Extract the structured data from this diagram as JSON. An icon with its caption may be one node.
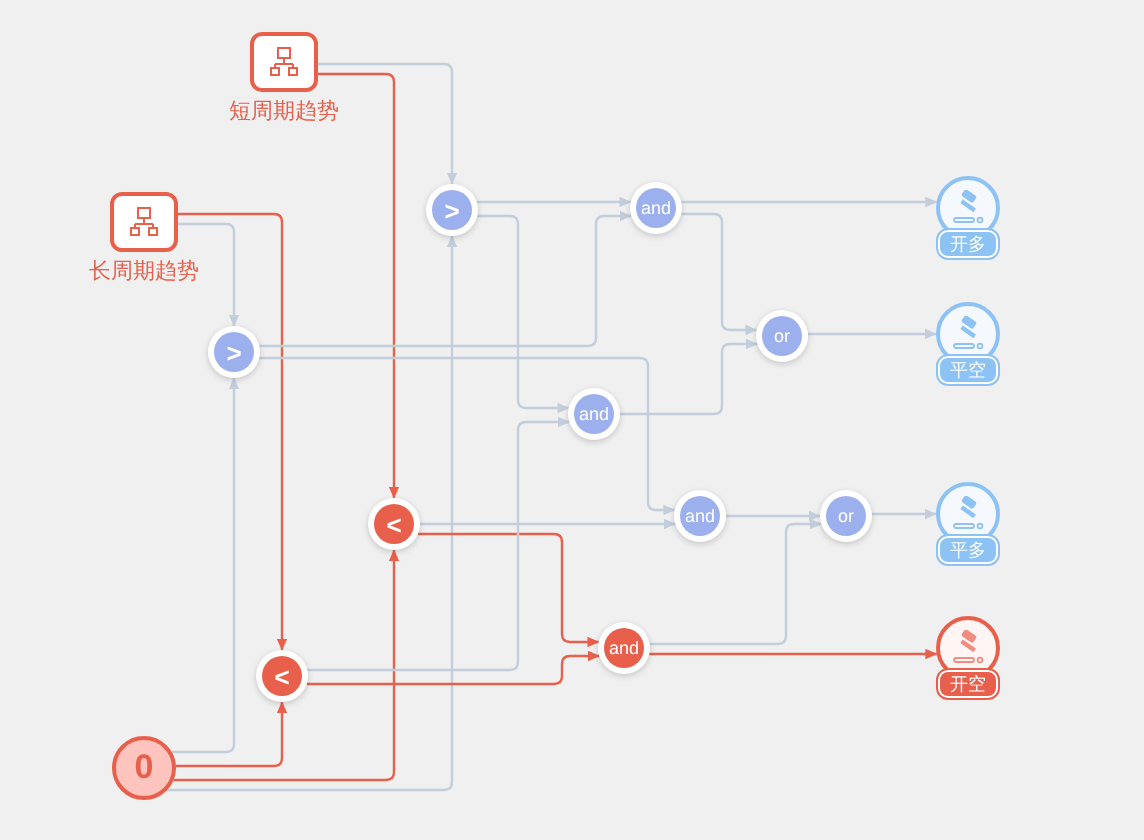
{
  "diagram": {
    "nodes": [
      {
        "text": [
          "短周期趋势"
        ]
      },
      {
        "text": [
          "长周期趋势"
        ]
      },
      {
        "text": [
          ">"
        ]
      },
      {
        "text": [
          ">"
        ]
      },
      {
        "text": [
          "<"
        ]
      },
      {
        "text": [
          "<"
        ]
      },
      {
        "text": [
          "0"
        ]
      },
      {
        "text": [
          "and"
        ]
      },
      {
        "text": [
          "or"
        ]
      },
      {
        "text": [
          "and"
        ]
      },
      {
        "text": [
          "and"
        ]
      },
      {
        "text": [
          "or"
        ]
      },
      {
        "text": [
          "and"
        ]
      },
      {
        "text": [
          "开多"
        ]
      },
      {
        "text": [
          "平空"
        ]
      },
      {
        "text": [
          "平多"
        ]
      },
      {
        "text": [
          "开空"
        ]
      }
    ],
    "edges": [
      {
        "from": 0,
        "to": 2,
        "arrow": "to"
      },
      {
        "from": 0,
        "to": 4,
        "arrow": "to",
        "color": "#e8604c"
      },
      {
        "from": 1,
        "to": 3,
        "arrow": "to"
      },
      {
        "from": 1,
        "to": 5,
        "arrow": "to",
        "color": "#e8604c"
      },
      {
        "from": 6,
        "to": 3,
        "arrow": "to"
      },
      {
        "from": 6,
        "to": 5,
        "arrow": "to",
        "color": "#e8604c"
      },
      {
        "from": 6,
        "to": 4,
        "arrow": "to",
        "color": "#e8604c"
      },
      {
        "from": 6,
        "to": 2,
        "arrow": "to"
      },
      {
        "from": 2,
        "to": 7,
        "arrow": "to"
      },
      {
        "from": 2,
        "to": 9,
        "arrow": "to"
      },
      {
        "from": 3,
        "to": 7,
        "arrow": "to"
      },
      {
        "from": 3,
        "to": 10,
        "arrow": "to"
      },
      {
        "from": 4,
        "to": 10,
        "arrow": "to"
      },
      {
        "from": 4,
        "to": 12,
        "arrow": "to",
        "color": "#e8604c"
      },
      {
        "from": 5,
        "to": 9,
        "arrow": "to"
      },
      {
        "from": 5,
        "to": 12,
        "arrow": "to",
        "color": "#e8604c"
      },
      {
        "from": 7,
        "to": 13,
        "arrow": "to"
      },
      {
        "from": 7,
        "to": 8,
        "arrow": "to"
      },
      {
        "from": 9,
        "to": 8,
        "arrow": "to"
      },
      {
        "from": 8,
        "to": 14,
        "arrow": "to"
      },
      {
        "from": 10,
        "to": 11,
        "arrow": "to"
      },
      {
        "from": 12,
        "to": 11,
        "arrow": "to"
      },
      {
        "from": 12,
        "to": 16,
        "arrow": "to",
        "color": "#e8604c"
      },
      {
        "from": 11,
        "to": 15,
        "arrow": "to"
      }
    ]
  }
}
